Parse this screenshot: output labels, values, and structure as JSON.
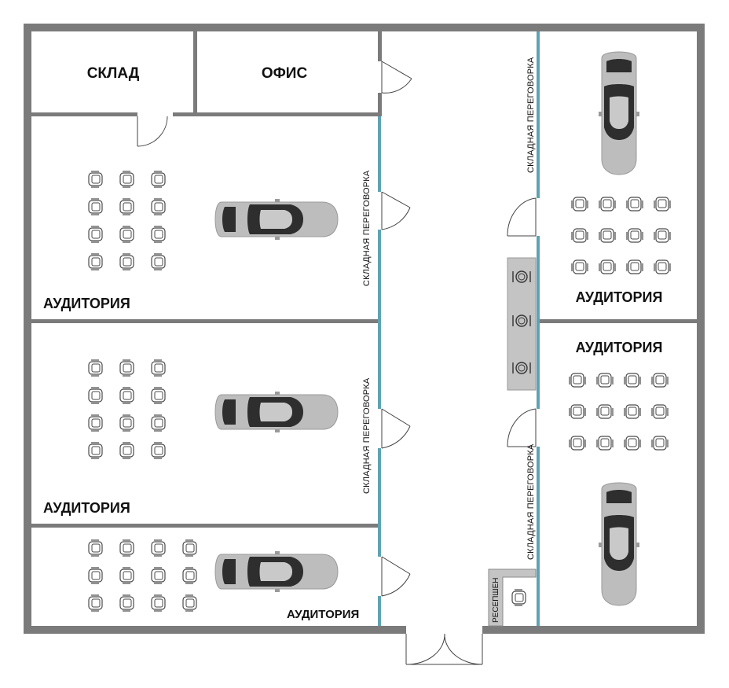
{
  "colors": {
    "wall": "#7b7b7b",
    "folding_partition": "#5fa3b3",
    "car_body": "#bdbdbd",
    "car_glass": "#2e2e2e",
    "counter": "#c4c4c4"
  },
  "rooms": {
    "storage": "СКЛАД",
    "office": "ОФИС",
    "auditorium_left_1": "АУДИТОРИЯ",
    "auditorium_left_2": "АУДИТОРИЯ",
    "auditorium_left_3": "АУДИТОРИЯ",
    "auditorium_right_1": "АУДИТОРИЯ",
    "auditorium_right_2": "АУДИТОРИЯ"
  },
  "partitions": {
    "left_1": "СКЛАДНАЯ ПЕРЕГОВОРКА",
    "left_2": "СКЛАДНАЯ ПЕРЕГОВОРКА",
    "right_1": "СКЛАДНАЯ ПЕРЕГОВОРКА",
    "right_2": "СКЛАДНАЯ ПЕРЕГОВОРКА"
  },
  "reception": {
    "label": "РЕСЕПШЕН"
  },
  "icons": {
    "car": "car-icon",
    "chair": "chair-icon",
    "plate": "plate-icon",
    "door": "door-icon"
  }
}
